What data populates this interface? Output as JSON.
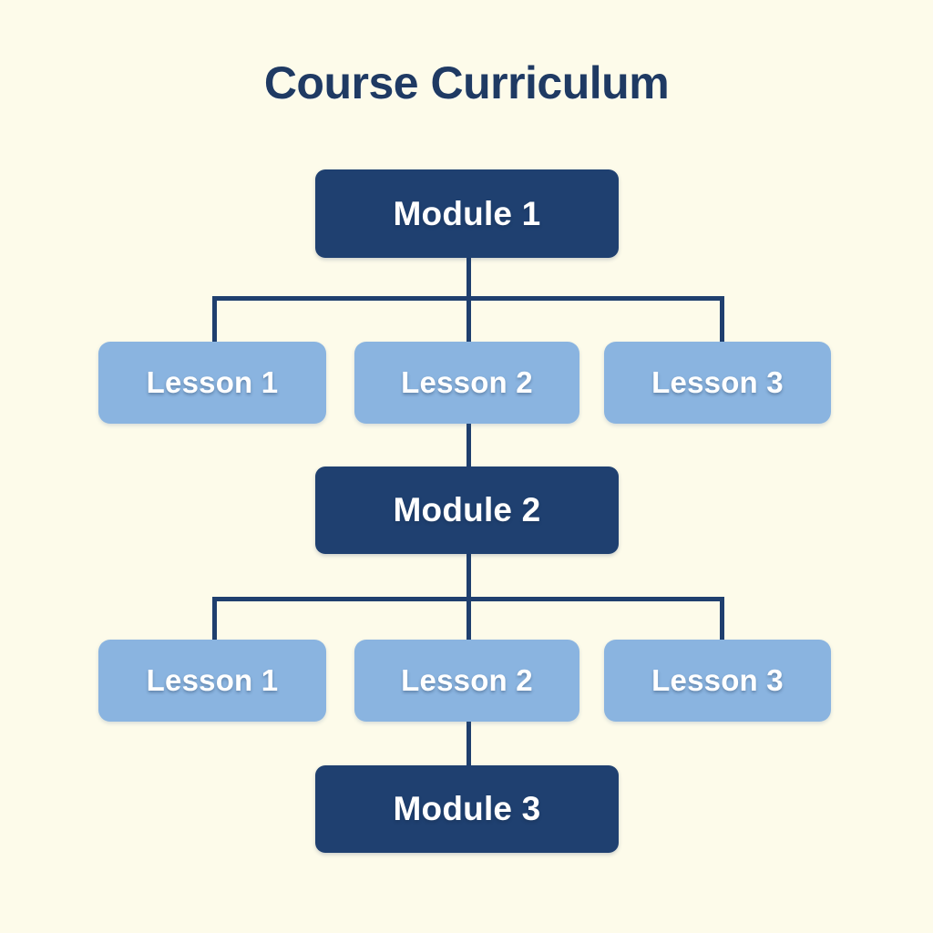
{
  "diagram": {
    "title": "Course Curriculum",
    "type": "hierarchical-tree",
    "background_color": "#FDFBEA",
    "title_color": "#1F3A63",
    "module_color": "#1F4070",
    "lesson_color": "#8AB4E0",
    "connector_color": "#1F3F6E",
    "node_text_color": "#FFFFFF"
  },
  "modules": [
    {
      "label": "Module 1",
      "lessons": [
        {
          "label": "Lesson 1"
        },
        {
          "label": "Lesson 2"
        },
        {
          "label": "Lesson 3"
        }
      ]
    },
    {
      "label": "Module 2",
      "lessons": [
        {
          "label": "Lesson 1"
        },
        {
          "label": "Lesson 2"
        },
        {
          "label": "Lesson 3"
        }
      ]
    },
    {
      "label": "Module 3",
      "lessons": []
    }
  ]
}
